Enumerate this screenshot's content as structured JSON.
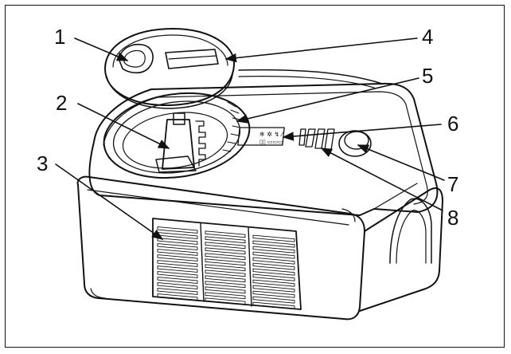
{
  "callouts": [
    {
      "id": 1,
      "label": "1"
    },
    {
      "id": 2,
      "label": "2"
    },
    {
      "id": 3,
      "label": "3"
    },
    {
      "id": 4,
      "label": "4"
    },
    {
      "id": 5,
      "label": "5"
    },
    {
      "id": 6,
      "label": "6"
    },
    {
      "id": 7,
      "label": "7"
    },
    {
      "id": 8,
      "label": "8"
    }
  ],
  "colors": {
    "line": "#111111",
    "background": "#ffffff",
    "panel": "#f2f2f2"
  }
}
